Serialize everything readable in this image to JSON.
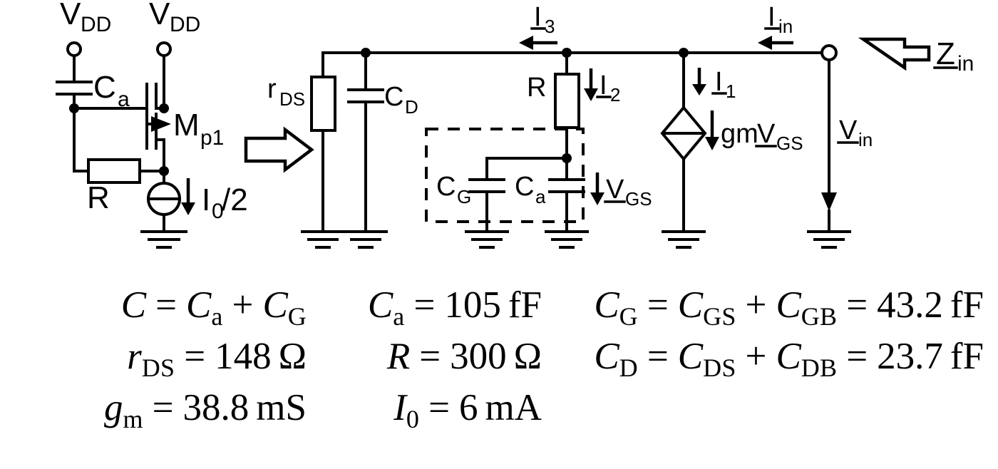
{
  "figure": {
    "type": "circuit-schematic",
    "caption": ""
  },
  "left_circuit": {
    "name": "transistor-level-circuit",
    "supply_left_label": "V",
    "supply_left_sub": "DD",
    "supply_right_label": "V",
    "supply_right_sub": "DD",
    "cap_ca_label": "C",
    "cap_ca_sub": "a",
    "transistor_label": "M",
    "transistor_sub": "p1",
    "resistor_label": "R",
    "current_source_label": "I",
    "current_source_sub": "0",
    "current_source_tail": "/2"
  },
  "transform_arrow": {
    "name": "equivalence-arrow",
    "direction": "right"
  },
  "right_circuit": {
    "name": "small-signal-equivalent-circuit",
    "rds_label": "r",
    "rds_sub": "DS",
    "cd_label": "C",
    "cd_sub": "D",
    "r_label": "R",
    "cg_label": "C",
    "cg_sub": "G",
    "ca_label": "C",
    "ca_sub": "a",
    "i3_label": "I",
    "i3_sub": "3",
    "i2_label": "I",
    "i2_sub": "2",
    "i1_label": "I",
    "i1_sub": "1",
    "iin_label": "I",
    "iin_sub": "in",
    "vgs_label": "V",
    "vgs_sub": "GS",
    "vin_label": "V",
    "vin_sub": "in",
    "zin_label": "Z",
    "zin_sub": "in",
    "dep_source_label": "gm",
    "dep_source_var": "V",
    "dep_source_var_sub": "GS"
  },
  "equations": {
    "rows": [
      {
        "col1": {
          "lhs": "C",
          "lhs_sub": "",
          "rel": "=",
          "terms": [
            {
              "sym": "C",
              "sub": "a"
            },
            {
              "op": "+"
            },
            {
              "sym": "C",
              "sub": "G"
            }
          ]
        },
        "col2": {
          "lhs": "C",
          "lhs_sub": "a",
          "rel": "=",
          "value": "105",
          "unit": "fF"
        },
        "col3": {
          "lhs": "C",
          "lhs_sub": "G",
          "rel": "=",
          "terms": [
            {
              "sym": "C",
              "sub": "GS"
            },
            {
              "op": "+"
            },
            {
              "sym": "C",
              "sub": "GB"
            }
          ],
          "rel2": "=",
          "value": "43.2",
          "unit": "fF"
        }
      },
      {
        "col1": {
          "lhs": "r",
          "lhs_sub": "DS",
          "rel": "=",
          "value": "148",
          "unit": "Ω"
        },
        "col2": {
          "lhs": "R",
          "lhs_sub": "",
          "rel": "=",
          "value": "300",
          "unit": "Ω"
        },
        "col3": {
          "lhs": "C",
          "lhs_sub": "D",
          "rel": "=",
          "terms": [
            {
              "sym": "C",
              "sub": "DS"
            },
            {
              "op": "+"
            },
            {
              "sym": "C",
              "sub": "DB"
            }
          ],
          "rel2": "=",
          "value": "23.7",
          "unit": "fF"
        }
      },
      {
        "col1": {
          "lhs": "g",
          "lhs_sub": "m",
          "rel": "=",
          "value": "38.8",
          "unit": "mS"
        },
        "col2": {
          "lhs": "I",
          "lhs_sub": "0",
          "rel": "=",
          "value": "6",
          "unit": "mA"
        },
        "col3": null
      }
    ]
  },
  "colors": {
    "ink": "#000000",
    "paper": "#ffffff"
  }
}
